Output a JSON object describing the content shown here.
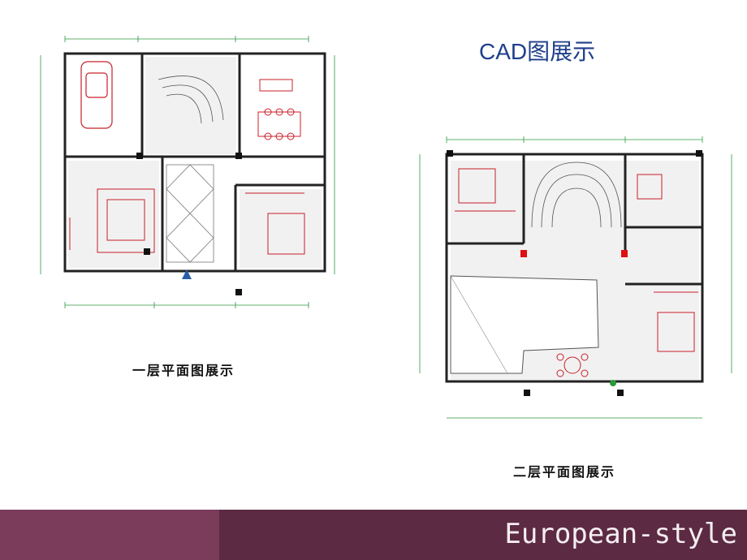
{
  "slide": {
    "title": "CAD图展示",
    "caption_first_floor": "一层平面图展示",
    "caption_second_floor": "二层平面图展示",
    "footer_text": "European-style"
  },
  "colors": {
    "title": "#1f3f8a",
    "footer_left": "#7a3c5a",
    "footer_right": "#5c2a42",
    "wall": "#222222",
    "furniture": "#c8202a",
    "dimension": "#2a9a3a"
  }
}
